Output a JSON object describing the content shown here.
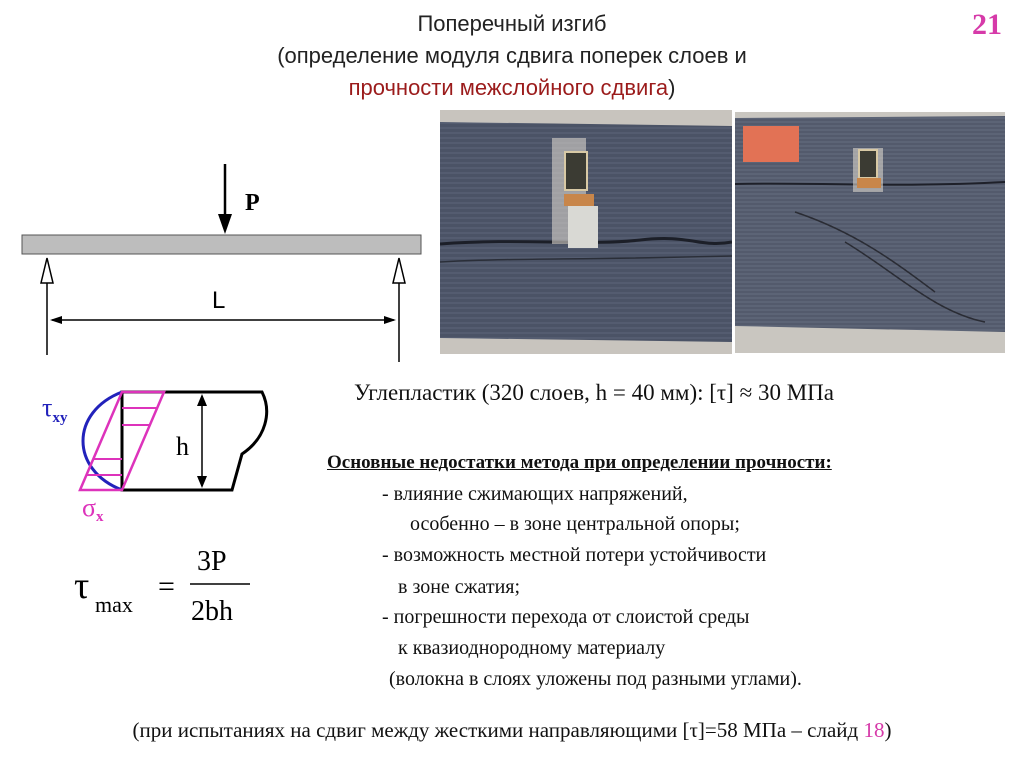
{
  "title": {
    "line1": "Поперечный изгиб",
    "line2": "(определение модуля сдвига поперек слоев и",
    "line3_highlight": "прочности межслойного сдвига",
    "line3_close": ")"
  },
  "slide_number": "21",
  "beam_diagram": {
    "load_label": "P",
    "span_label": "L"
  },
  "section_diagram": {
    "tau_symbol": "τ",
    "tau_sub": "xy",
    "sigma_symbol": "σ",
    "sigma_sub": "x",
    "height_label": "h"
  },
  "formula": {
    "lhs_symbol": "τ",
    "lhs_sub": "max",
    "equals": "=",
    "numerator": "3P",
    "denominator": "2bh"
  },
  "material_line": "Углепластик (320 слоев, h = 40 мм): [τ] ≈ 30 МПа",
  "drawbacks": {
    "heading": "Основные недостатки метода при определении прочности:",
    "lines": [
      "- влияние сжимающих напряжений,",
      "особенно – в зоне центральной опоры;",
      "- возможность местной потери устойчивости",
      "в зоне сжатия;",
      "- погрешности перехода от слоистой среды",
      "к квазиоднородному материалу",
      "(волокна в слоях уложены под разными углами)."
    ]
  },
  "footer": {
    "text": "(при испытаниях на сдвиг между жесткими направляющими [τ]=58 МПа – слайд ",
    "ref": "18",
    "close": ")"
  },
  "colors": {
    "accent_red": "#9b1b1b",
    "slide_number": "#d63aa9",
    "tau_blue": "#2222bb",
    "sigma_magenta": "#dd33bb",
    "beam_fill": "#bdbdbd"
  }
}
